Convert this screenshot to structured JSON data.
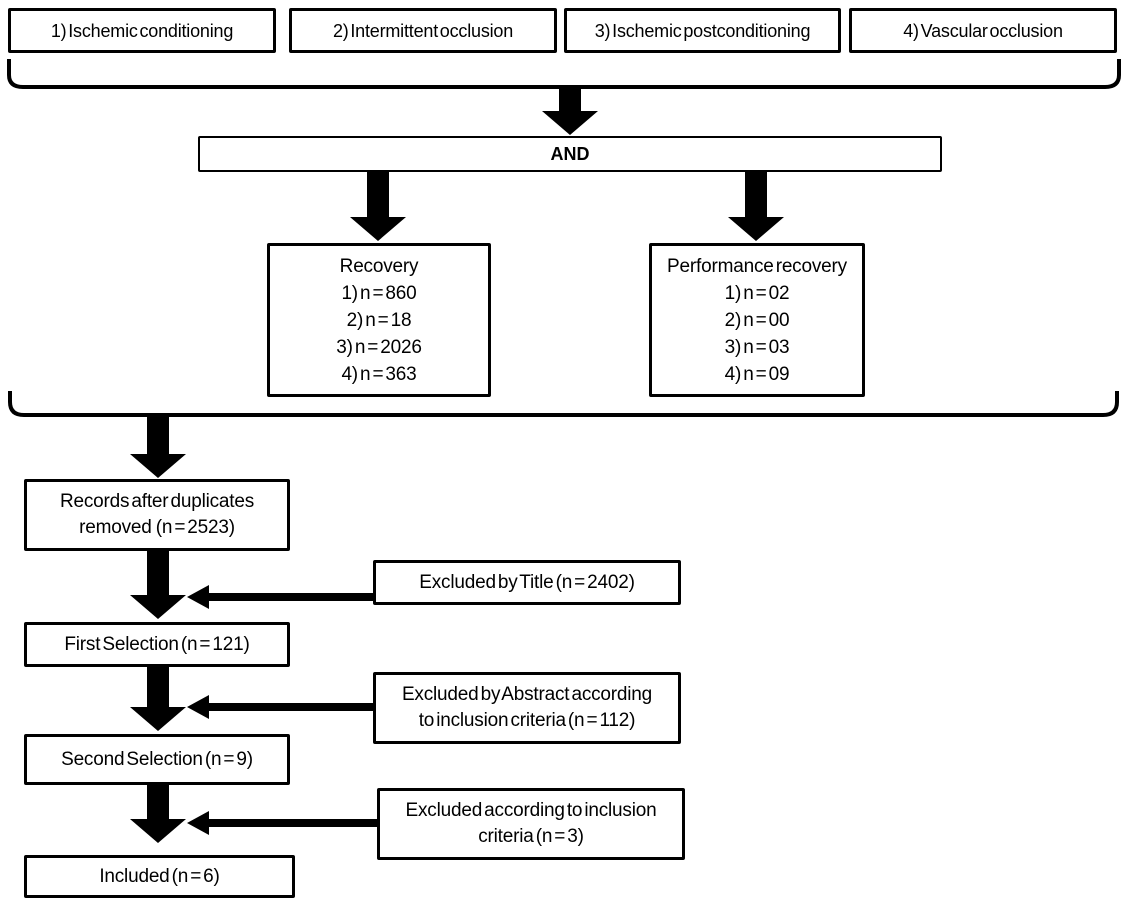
{
  "figure": {
    "type": "systematic-review-flow-diagram",
    "colors": {
      "line": "#000000",
      "background": "#ffffff"
    },
    "search_terms": [
      "1) Ischemic conditioning",
      "2) Intermittent occlusion",
      "3) Ischemic postconditioning",
      "4) Vascular occlusion"
    ],
    "operator_label": "AND",
    "recovery_box": {
      "title": "Recovery",
      "counts": [
        "1) n = 860",
        "2) n = 18",
        "3) n = 2026",
        "4) n = 363"
      ]
    },
    "performance_recovery_box": {
      "title": "Performance recovery",
      "counts": [
        "1) n = 02",
        "2) n = 00",
        "3) n = 03",
        "4) n = 09"
      ]
    },
    "records_box": {
      "line1": "Records after duplicates",
      "line2": "removed  (n = 2523)"
    },
    "excluded_by_title_box": "Excluded by Title (n = 2402)",
    "first_selection_box": "First Selection (n = 121)",
    "excluded_by_abstract_box": {
      "line1": "Excluded by Abstract according",
      "line2": "to inclusion criteria (n = 112)"
    },
    "second_selection_box": "Second Selection (n = 9)",
    "excluded_by_inclusion_box": {
      "line1": "Excluded according to inclusion",
      "line2": "criteria (n = 3)"
    },
    "included_box": "Included (n = 6)"
  }
}
